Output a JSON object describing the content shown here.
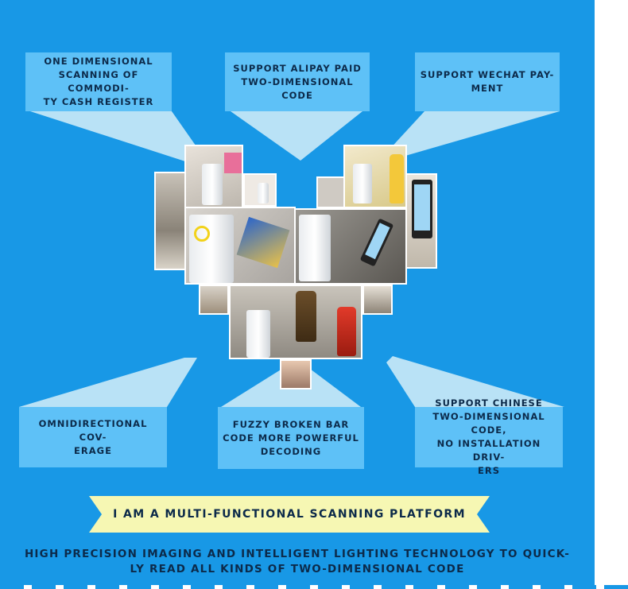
{
  "colors": {
    "background": "#1898e6",
    "callout_box": "#5ec1f7",
    "beam": "#b9e2f6",
    "banner": "#f6f7b3",
    "text": "#0c2a4a"
  },
  "callouts": {
    "top_left": [
      "ONE DIMENSIONAL",
      "SCANNING OF COMMODI-",
      "TY CASH REGISTER"
    ],
    "top_center": [
      "SUPPORT ALIPAY PAID",
      "TWO-DIMENSIONAL CODE"
    ],
    "top_right": [
      "SUPPORT WECHAT PAY-",
      "MENT"
    ],
    "bottom_left": [
      "OMNIDIRECTIONAL COV-",
      "ERAGE"
    ],
    "bottom_center": [
      "FUZZY BROKEN BAR",
      "CODE MORE POWERFUL",
      "DECODING"
    ],
    "bottom_right": [
      "SUPPORT CHINESE",
      "TWO-DIMENSIONAL CODE,",
      "NO INSTALLATION DRIV-",
      "ERS"
    ]
  },
  "banner": {
    "text": "I AM A MULTI-FUNCTIONAL SCANNING PLATFORM"
  },
  "footer": {
    "line1": "HIGH PRECISION IMAGING AND INTELLIGENT LIGHTING TECHNOLOGY TO QUICK-",
    "line2": "LY READ ALL KINDS OF TWO-DIMENSIONAL CODE"
  },
  "collage": {
    "shape": "heart",
    "subject": "scanner-usage-photos"
  }
}
